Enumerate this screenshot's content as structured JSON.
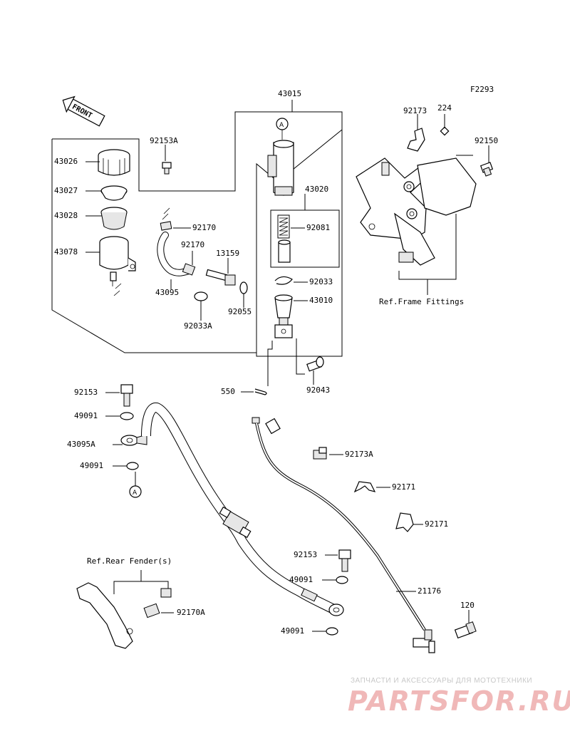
{
  "fig_code": "F2293",
  "front_arrow": "FRONT",
  "ref_a": "A",
  "labels": {
    "p43015": "43015",
    "p43026": "43026",
    "p43027": "43027",
    "p43028": "43028",
    "p43078": "43078",
    "p92153A": "92153A",
    "p92170a": "92170",
    "p92170b": "92170",
    "p13159": "13159",
    "p43095": "43095",
    "p92033A": "92033A",
    "p92055": "92055",
    "p43020": "43020",
    "p92081": "92081",
    "p92033": "92033",
    "p43010": "43010",
    "p92043": "92043",
    "p550": "550",
    "p92173": "92173",
    "p224": "224",
    "p92150": "92150",
    "ref_frame": "Ref.Frame Fittings",
    "p92153a": "92153",
    "p49091a": "49091",
    "p43095A": "43095A",
    "p49091b": "49091",
    "p92173A": "92173A",
    "p92171a": "92171",
    "p92171b": "92171",
    "ref_rear": "Ref.Rear Fender(s)",
    "p92153b": "92153",
    "p49091c": "49091",
    "p21176": "21176",
    "p92170A": "92170A",
    "p49091d": "49091",
    "p120": "120"
  },
  "watermark": {
    "tagline": "ЗАПЧАСТИ И АКСЕССУАРЫ ДЛЯ МОТОТЕХНИКИ",
    "logo": "PARTSFOR.RU"
  }
}
